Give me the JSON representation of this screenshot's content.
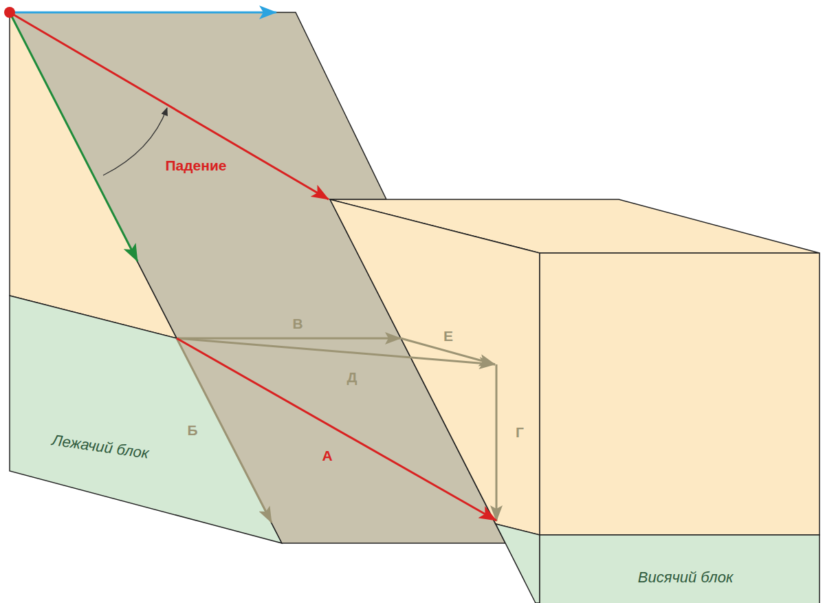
{
  "diagram": {
    "labels": [
      "Падение",
      "В",
      "Е",
      "Д",
      "Б",
      "А",
      "Г",
      "Лежачий блок",
      "Висячий блок"
    ]
  }
}
